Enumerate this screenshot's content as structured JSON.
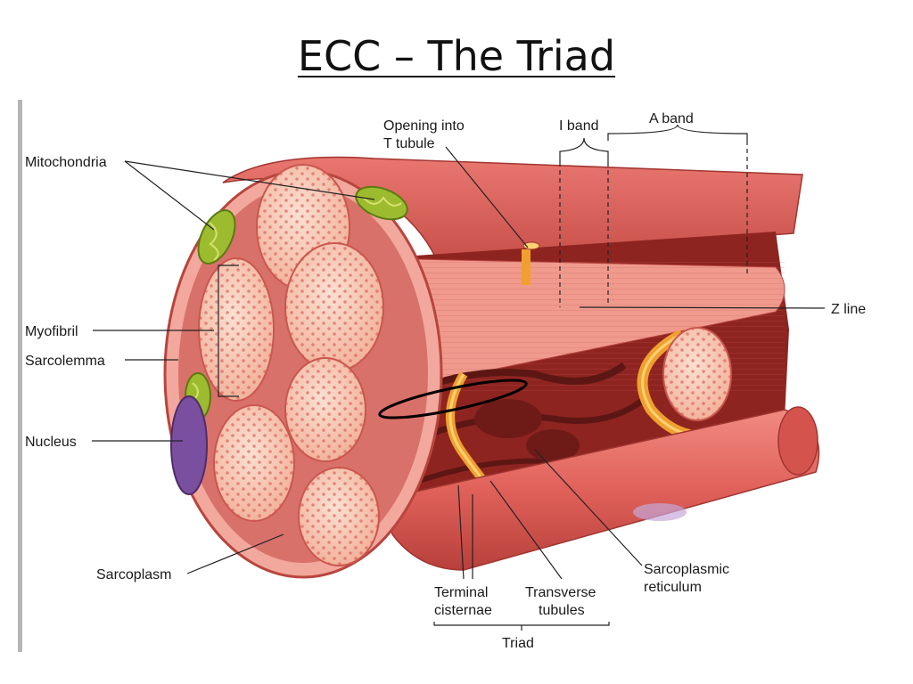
{
  "title": "ECC – The Triad",
  "labels": {
    "mitochondria": "Mitochondria",
    "opening_line1": "Opening into",
    "opening_line2": "T tubule",
    "i_band": "I band",
    "a_band": "A band",
    "z_line": "Z line",
    "myofibril": "Myofibril",
    "sarcolemma": "Sarcolemma",
    "nucleus": "Nucleus",
    "sarcoplasm": "Sarcoplasm",
    "sr_line1": "Sarcoplasmic",
    "sr_line2": "reticulum",
    "terminal_line1": "Terminal",
    "terminal_line2": "cisternae",
    "transverse_line1": "Transverse",
    "transverse_line2": "tubules",
    "triad": "Triad"
  },
  "colors": {
    "muscle": "#e0615a",
    "muscle_dark": "#9e2a26",
    "myofibril_fill": "#f8c9b6",
    "mitochondria": "#9dbb2f",
    "t_tubule": "#f0a030",
    "nucleus": "#7b4fa0"
  }
}
